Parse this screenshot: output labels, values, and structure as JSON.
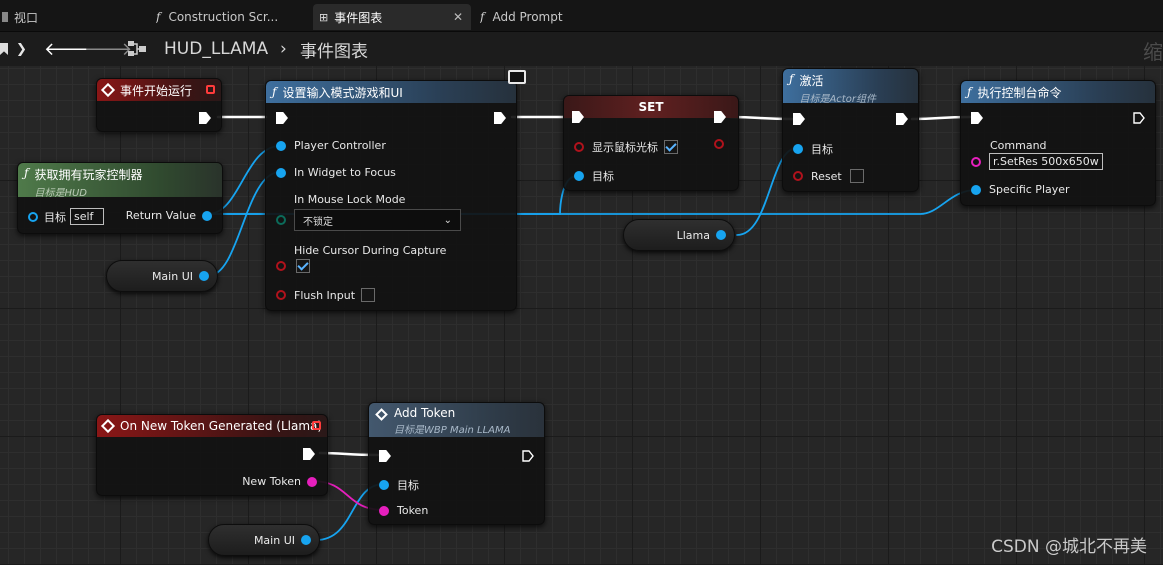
{
  "tabs": [
    {
      "label": "视口",
      "type": "viewport"
    },
    {
      "label": "Construction Scr...",
      "type": "function"
    },
    {
      "label": "事件图表",
      "type": "graph",
      "active": true
    },
    {
      "label": "Add Prompt",
      "type": "function"
    }
  ],
  "toolbar": {
    "blueprint_name": "HUD_LLAMA",
    "graph_name": "事件图表",
    "right_cut_text": "缩"
  },
  "nodes": {
    "begin_play": {
      "title": "事件开始运行"
    },
    "set_input_mode": {
      "title": "设置输入模式游戏和UI",
      "pins": {
        "player_controller": "Player Controller",
        "in_widget_to_focus": "In Widget to Focus",
        "in_mouse_lock_mode": "In Mouse Lock Mode",
        "mouse_lock_value": "不锁定",
        "hide_cursor": "Hide Cursor During Capture",
        "flush_input": "Flush Input"
      }
    },
    "set_node": {
      "title": "SET",
      "pins": {
        "show_cursor": "显示鼠标光标",
        "target": "目标"
      }
    },
    "activate": {
      "title": "激活",
      "subtitle": "目标是Actor组件",
      "pins": {
        "target": "目标",
        "reset": "Reset"
      }
    },
    "exec_console": {
      "title": "执行控制台命令",
      "pins": {
        "command": "Command",
        "command_value": "r.SetRes 500x650w",
        "specific_player": "Specific Player"
      }
    },
    "get_player_controller": {
      "title": "获取拥有玩家控制器",
      "subtitle": "目标是HUD",
      "pins": {
        "target": "目标",
        "target_value": "self",
        "return_value": "Return Value"
      }
    },
    "main_ui_var_1": {
      "label": "Main UI"
    },
    "llama_var": {
      "label": "Llama"
    },
    "on_new_token": {
      "title": "On New Token Generated (Llama)",
      "pins": {
        "new_token": "New Token"
      }
    },
    "add_token": {
      "title": "Add Token",
      "subtitle": "目标是WBP Main LLAMA",
      "pins": {
        "target": "目标",
        "token": "Token"
      }
    },
    "main_ui_var_2": {
      "label": "Main UI"
    }
  },
  "colors": {
    "event_header": "#8a1616",
    "function_header": "#3e6f9e",
    "pure_header": "#4f7a4a",
    "object_pin": "#17a4f0",
    "bool_pin": "#b0121c",
    "string_pin": "#e61fbd"
  },
  "watermark": "CSDN @城北不再美"
}
